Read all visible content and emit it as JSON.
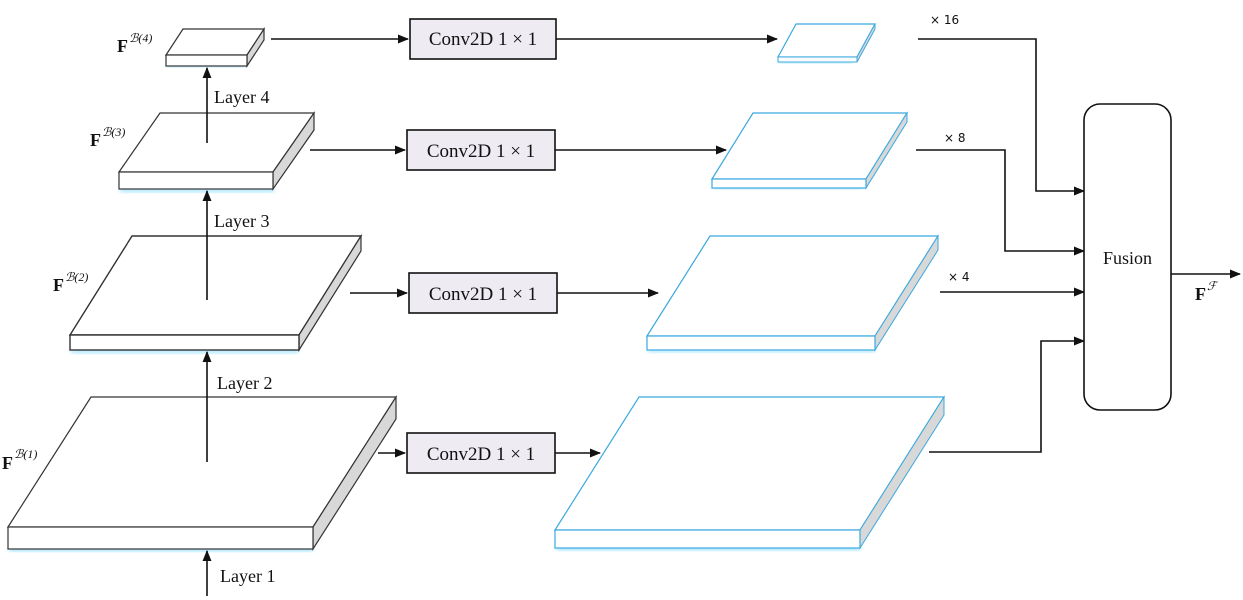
{
  "backbone": {
    "features": [
      {
        "name": "F",
        "superscript": "ℬ(1)"
      },
      {
        "name": "F",
        "superscript": "ℬ(2)"
      },
      {
        "name": "F",
        "superscript": "ℬ(3)"
      },
      {
        "name": "F",
        "superscript": "ℬ(4)"
      }
    ],
    "layers": [
      "Layer 1",
      "Layer 2",
      "Layer 3",
      "Layer 4"
    ]
  },
  "conv_label": "Conv2D 1 × 1",
  "upsample_factors": [
    "× 16",
    "× 8",
    "× 4"
  ],
  "fusion": {
    "label": "Fusion",
    "output": {
      "name": "F",
      "superscript": "ℱ"
    }
  },
  "colors": {
    "backbone_plate_edge": "#333333",
    "projected_plate_edge": "#3ba8df",
    "plate_side": "#d8d8d8",
    "conv_fill": "#eeebf2",
    "glow": "#63d3ff"
  }
}
